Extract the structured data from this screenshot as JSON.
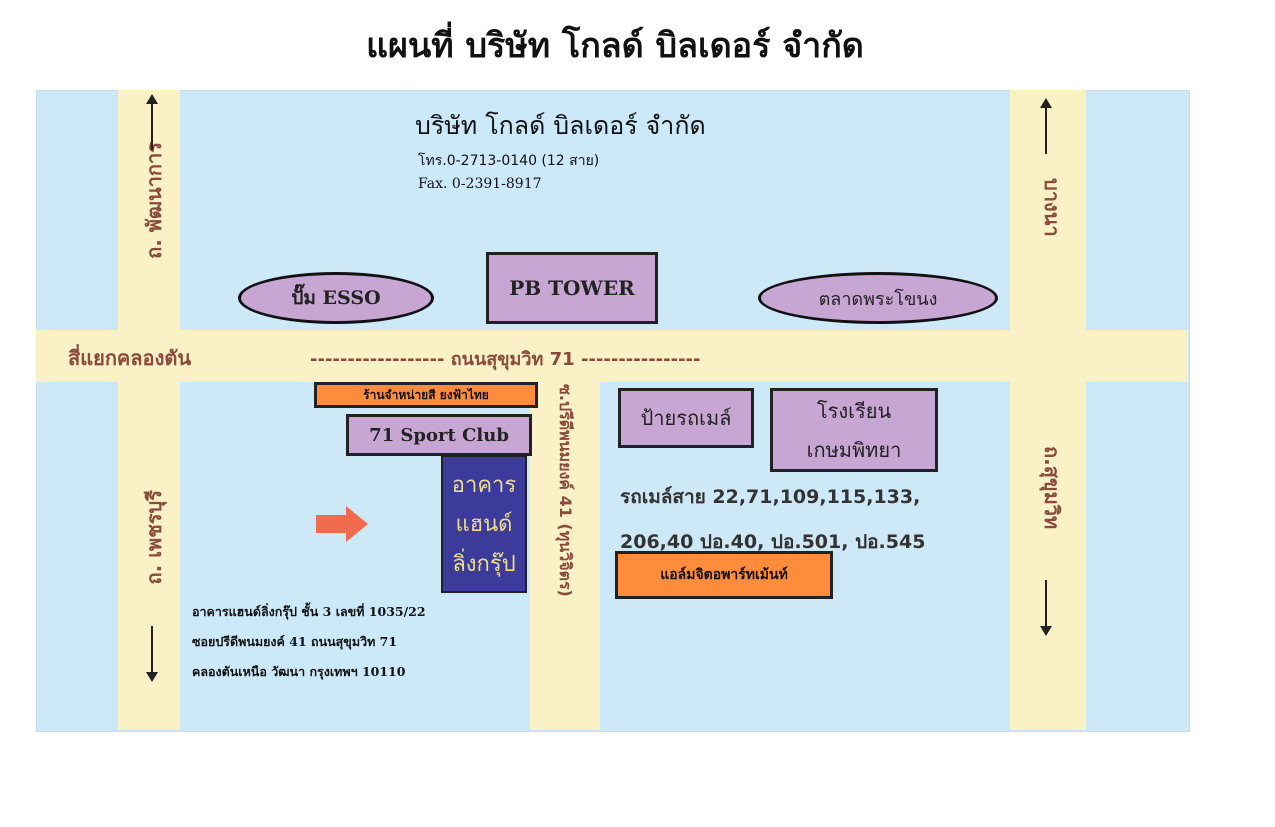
{
  "title": "แผนที่ บริษัท โกลด์ บิลเดอร์ จำกัด",
  "company": {
    "name": "บริษัท โกลด์ บิลเดอร์ จำกัด",
    "phone": "โทร.0-2713-0140  (12 สาย)",
    "fax": "Fax. 0-2391-8917"
  },
  "roads": {
    "main": "------------------ ถนนสุขุมวิท 71 ----------------",
    "intersection": "สี่แยกคลองตัน",
    "pattanakarn": "ถ. พัฒนาการ",
    "petchaburi": "ถ. เพชรบุรี",
    "bangna": "บางนา",
    "sukhumvit": "ถ.สุขุมวิท",
    "soi": "ซ.ปรีดีพนมยงค์ 41 (ทุนวิจิตร)"
  },
  "landmarks": {
    "esso": "ปั๊ม  ESSO",
    "pb_tower": "PB TOWER",
    "market": "ตลาดพระโขนง",
    "paint_shop": "ร้านจำหน่ายสี ยงฟ้าไทย",
    "sport_club": "71 Sport Club",
    "bus_stop": "ป้ายรถเมล์",
    "school": [
      "โรงเรียน",
      "เกษมพิทยา"
    ],
    "building": [
      "อาคาร",
      "แฮนด์",
      "ลิ่งกรุ๊ป"
    ],
    "apartment": "แอล์มจิตอพาร์ทเม้นท์"
  },
  "bus_lines": {
    "line1": "รถเมล์สาย  22,71,109,115,133,",
    "line2": "206,40  ปอ.40, ปอ.501, ปอ.545"
  },
  "address": [
    "อาคารแฮนด์ลิ่งกรุ๊ป ชั้น 3   เลขที่ 1035/22",
    "ซอยปรีดีพนมยงค์ 41 ถนนสุขุมวิท 71",
    "คลองตันเหนือ  วัฒนา  กรุงเทพฯ  10110"
  ],
  "colors": {
    "water_block": "#cde8f7",
    "road": "#fbf1c7",
    "landmark": "#c8a6d4",
    "highlight": "#ff8c3a",
    "building": "#3c3b9b",
    "pointer_arrow": "#f06a4e"
  },
  "icons": {
    "direction_arrows": "arrow-icon",
    "pointer": "pointer-arrow-icon"
  }
}
